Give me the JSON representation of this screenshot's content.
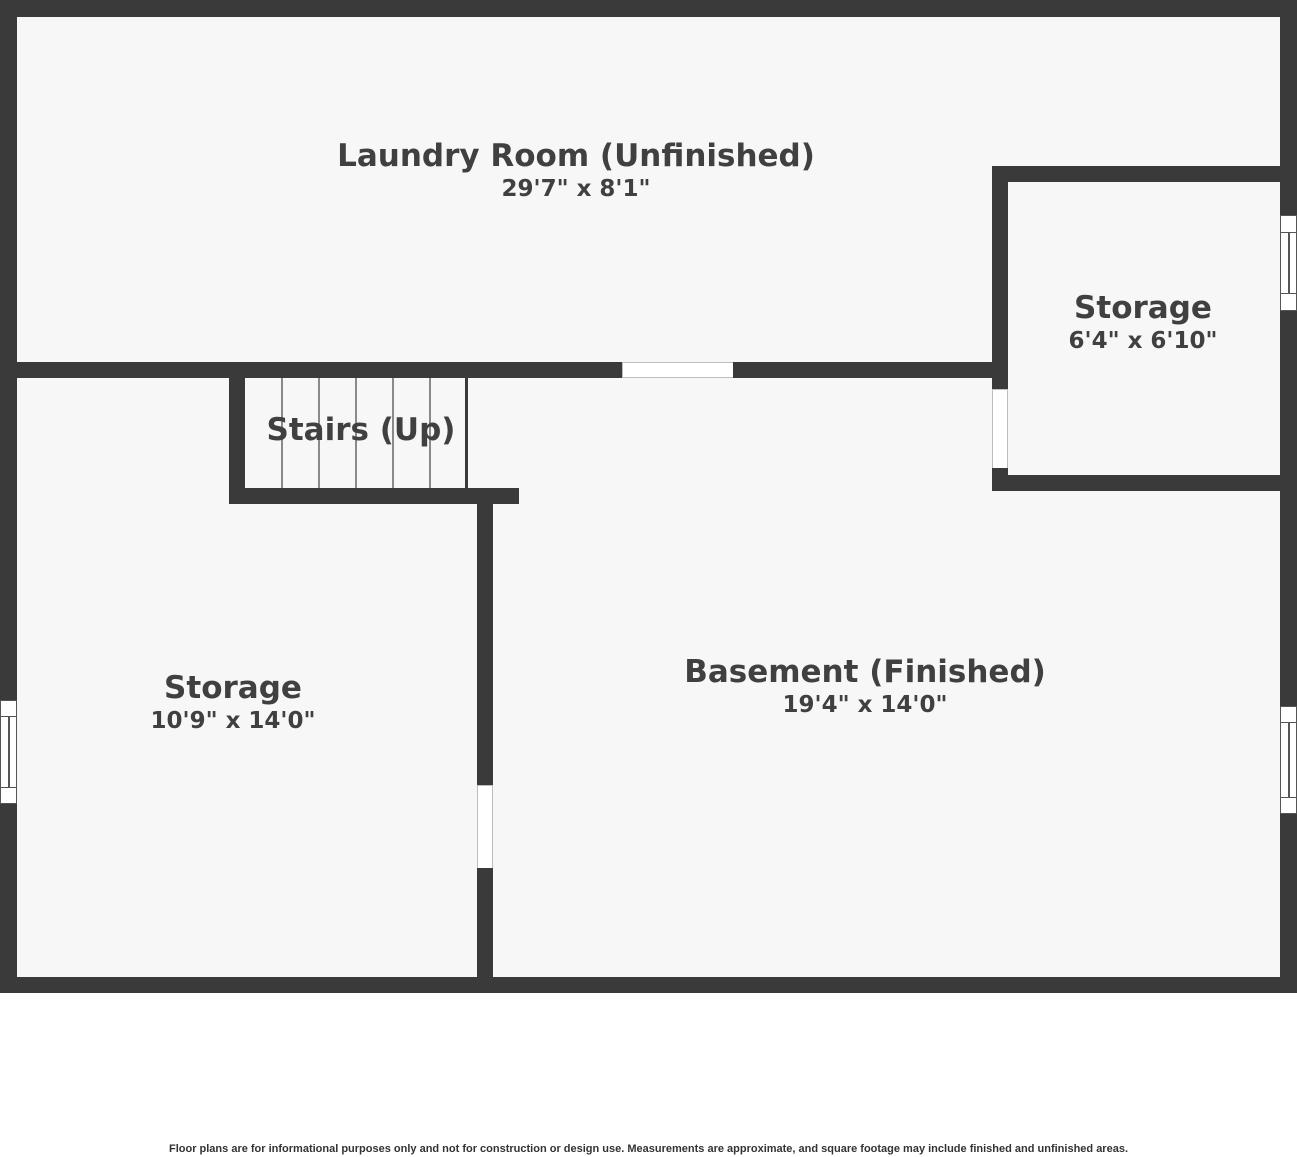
{
  "floorplan": {
    "rooms": [
      {
        "id": "laundry",
        "name": "Laundry Room (Unfinished)",
        "dimensions": "29'7\" x 8'1\""
      },
      {
        "id": "storage-right",
        "name": "Storage",
        "dimensions": "6'4\" x 6'10\""
      },
      {
        "id": "stairs",
        "name": "Stairs (Up)",
        "dimensions": ""
      },
      {
        "id": "storage-left",
        "name": "Storage",
        "dimensions": "10'9\" x 14'0\""
      },
      {
        "id": "basement",
        "name": "Basement (Finished)",
        "dimensions": "19'4\" x 14'0\""
      }
    ],
    "colors": {
      "wall": "#3a3a3a",
      "floor": "#f7f7f7",
      "text": "#404040"
    }
  },
  "footer": {
    "disclaimer": "Floor plans are for informational purposes only and not for construction or design use. Measurements are approximate, and square footage may include finished and unfinished areas."
  }
}
